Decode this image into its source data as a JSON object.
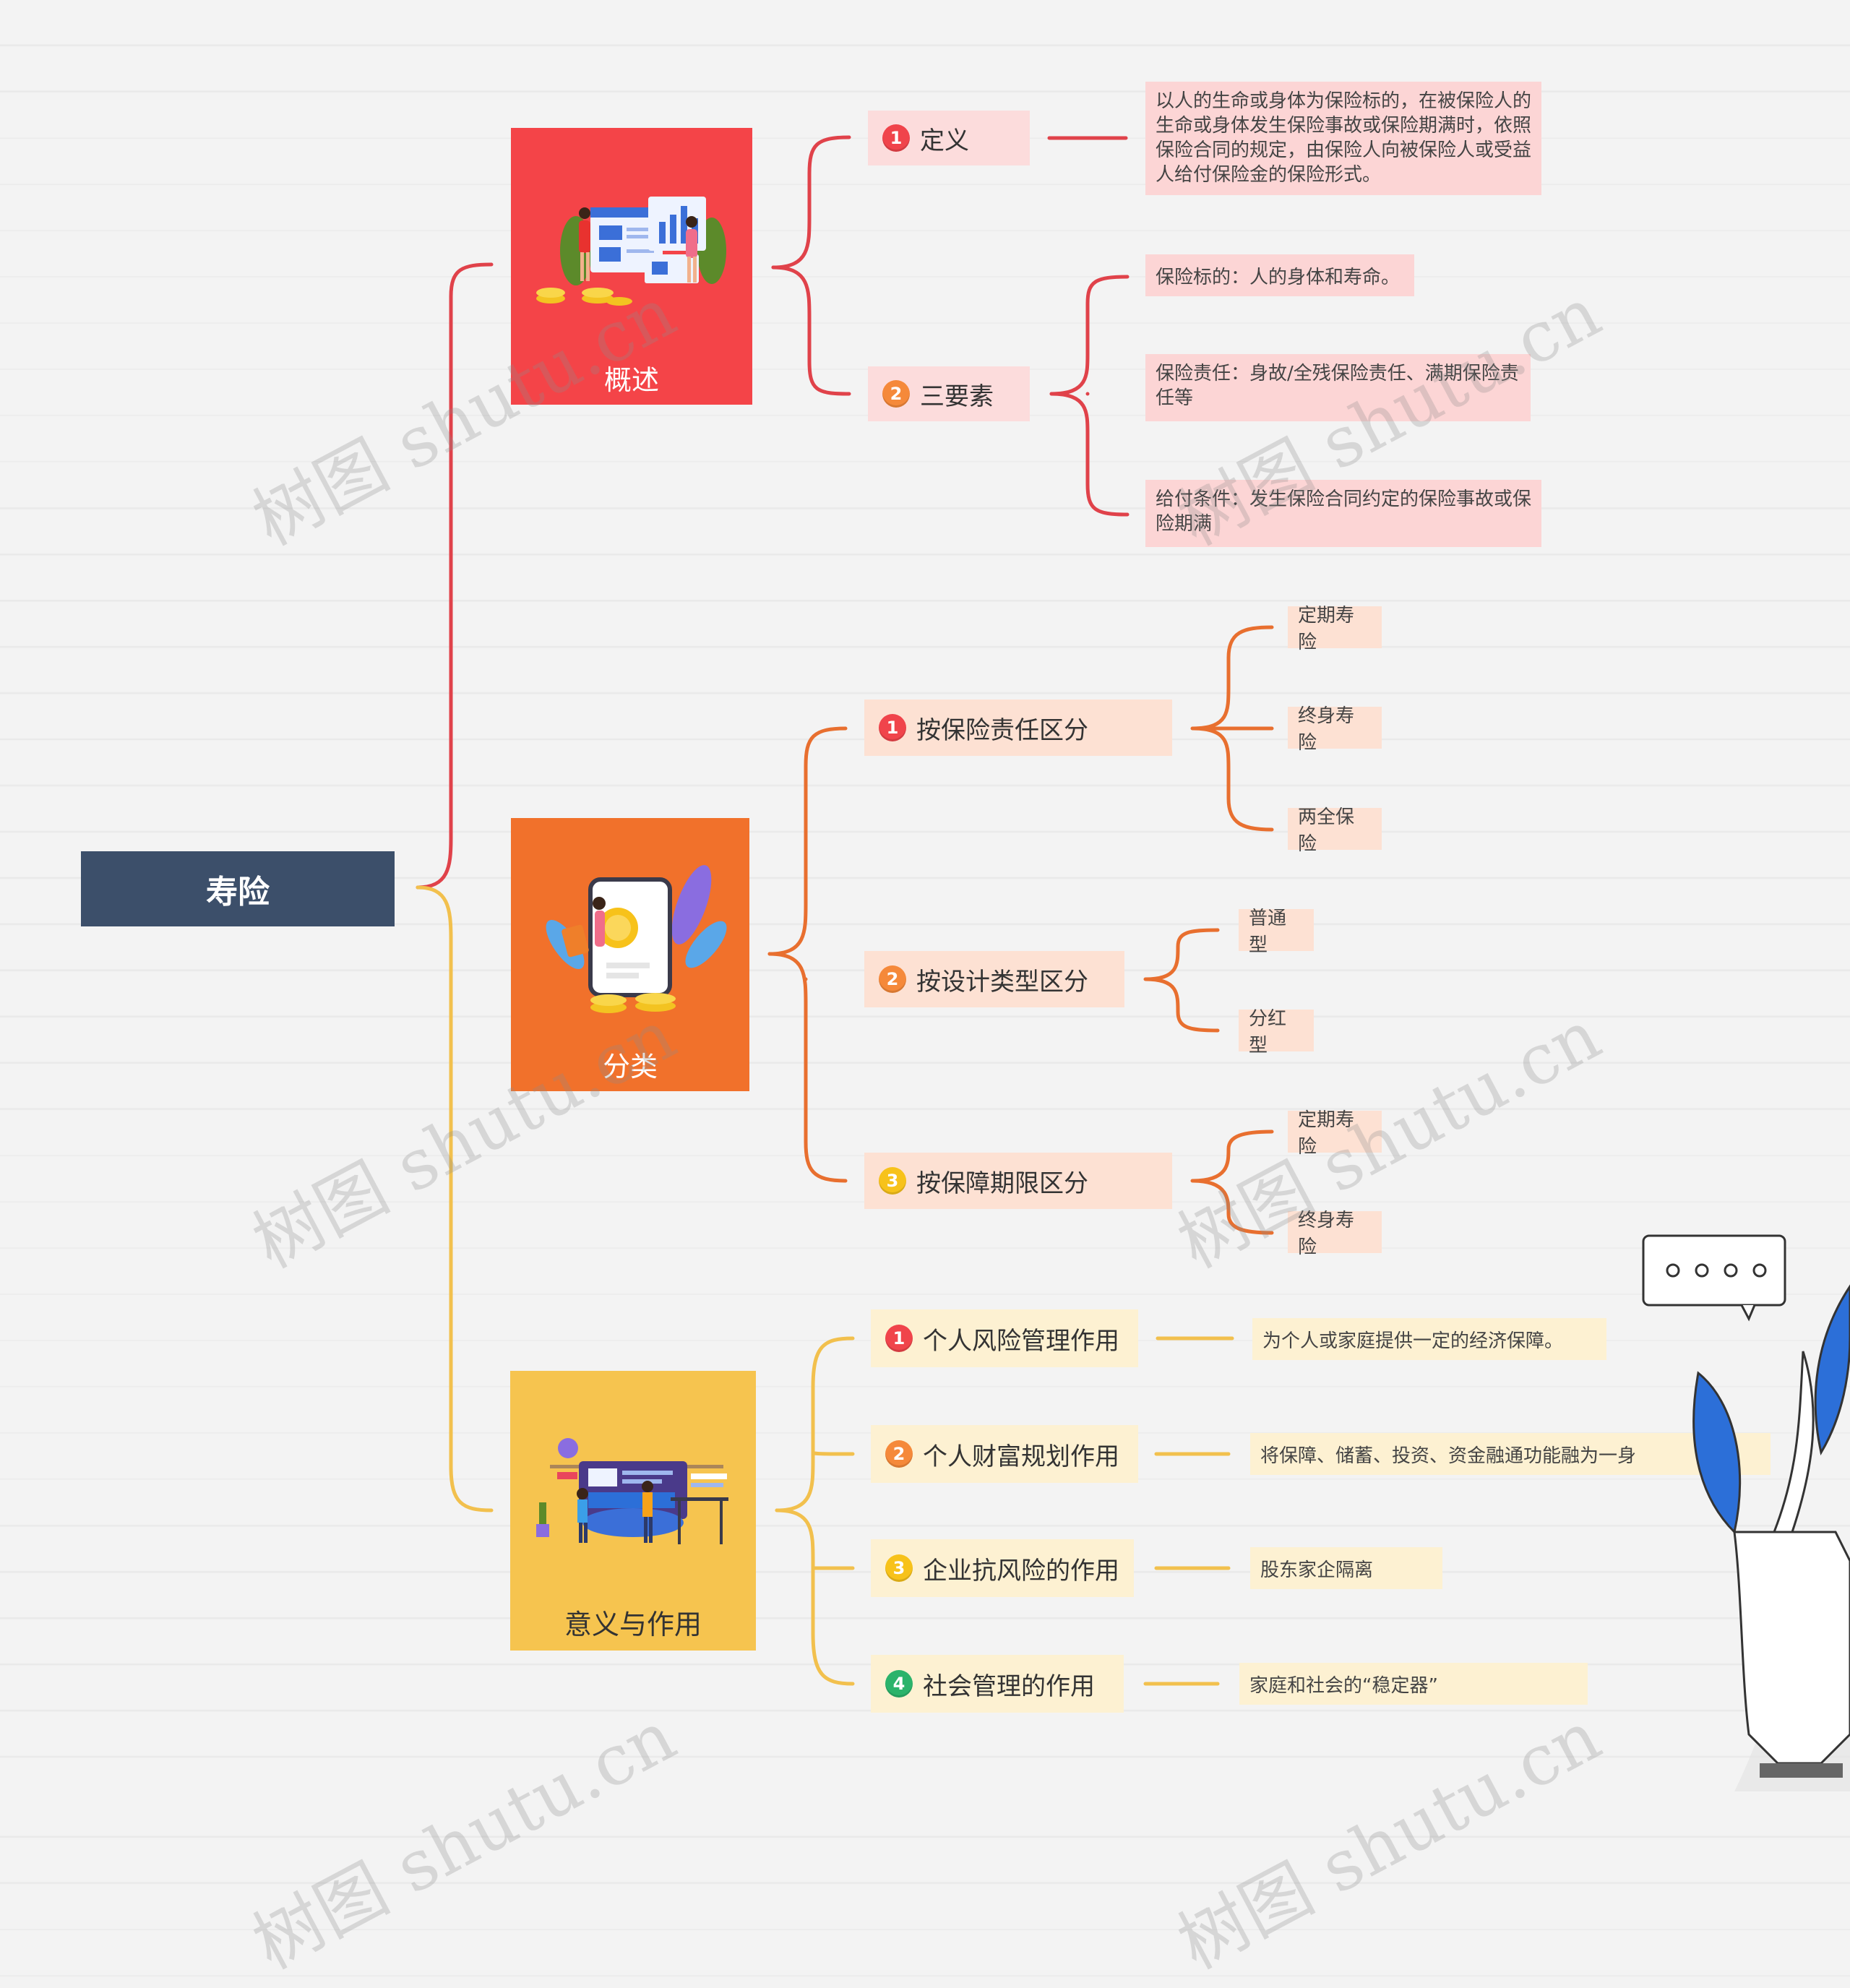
{
  "root": {
    "label": "寿险"
  },
  "colors": {
    "root": "#3c4f6a",
    "branch1": "#f44448",
    "branch2": "#f1712b",
    "branch3": "#f6c44f",
    "n1": "#f0444b",
    "n2": "#f5893a",
    "n3": "#f7c21a",
    "n4": "#2bb36b"
  },
  "branches": [
    {
      "label": "概述",
      "illustration": "business-presentation-illustration",
      "children": [
        {
          "num": "1",
          "label": "定义",
          "leaves": [
            "以人的生命或身体为保险标的，在被保险人的生命或身体发生保险事故或保险期满时，依照保险合同的规定，由保险人向被保险人或受益人给付保险金的保险形式。"
          ]
        },
        {
          "num": "2",
          "label": "三要素",
          "leaves": [
            "保险标的：人的身体和寿命。",
            "保险责任：身故/全残保险责任、满期保险责任等",
            "给付条件：发生保险合同约定的保险事故或保险期满"
          ]
        }
      ]
    },
    {
      "label": "分类",
      "illustration": "finance-phone-illustration",
      "children": [
        {
          "num": "1",
          "label": "按保险责任区分",
          "leaves": [
            "定期寿险",
            "终身寿险",
            "两全保险"
          ]
        },
        {
          "num": "2",
          "label": "按设计类型区分",
          "leaves": [
            "普通型",
            "分红型"
          ]
        },
        {
          "num": "3",
          "label": "按保障期限区分",
          "leaves": [
            "定期寿险",
            "终身寿险"
          ]
        }
      ]
    },
    {
      "label": "意义与作用",
      "illustration": "teamwork-dashboard-illustration",
      "children": [
        {
          "num": "1",
          "label": "个人风险管理作用",
          "leaves": [
            "为个人或家庭提供一定的经济保障。"
          ]
        },
        {
          "num": "2",
          "label": "个人财富规划作用",
          "leaves": [
            "将保障、储蓄、投资、资金融通功能融为一身"
          ]
        },
        {
          "num": "3",
          "label": "企业抗风险的作用",
          "leaves": [
            "股东家企隔离"
          ]
        },
        {
          "num": "4",
          "label": "社会管理的作用",
          "leaves": [
            "家庭和社会的“稳定器”"
          ]
        }
      ]
    }
  ],
  "watermark": "树图 shutu.cn"
}
